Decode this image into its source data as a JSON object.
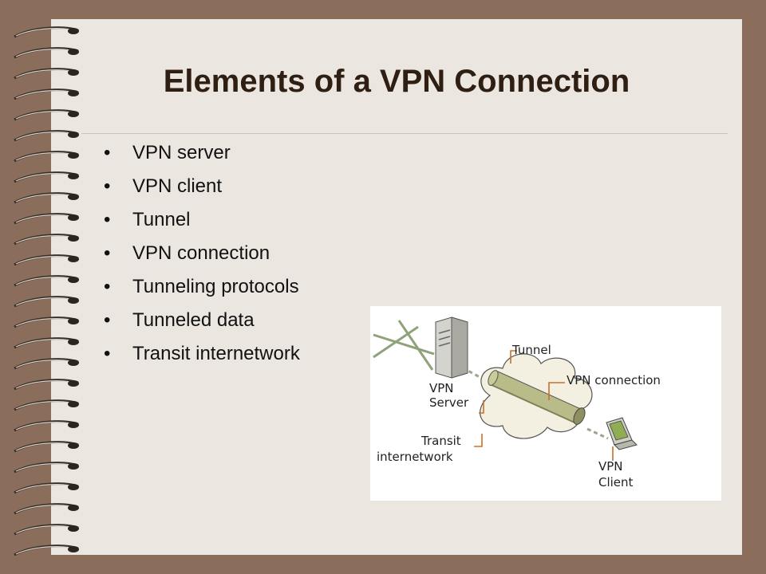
{
  "slide": {
    "title": "Elements of a VPN Connection",
    "bullets": [
      "VPN server",
      "VPN client",
      "Tunnel",
      "VPN connection",
      "Tunneling protocols",
      "Tunneled data",
      "Transit internetwork"
    ]
  },
  "diagram": {
    "labels": {
      "tunnel": "Tunnel",
      "vpn_connection": "VPN connection",
      "vpn_server_line1": "VPN",
      "vpn_server_line2": "Server",
      "transit_line1": "Transit",
      "transit_line2": "internetwork",
      "vpn_client_line1": "VPN",
      "vpn_client_line2": "Client"
    }
  },
  "colors": {
    "frame": "#8b6d5b",
    "slide_bg": "#ebe6e0",
    "title": "#2e1f12",
    "callout": "#c8702a",
    "cloud": "#f3efe1",
    "tunnel": "#b9bb88"
  }
}
